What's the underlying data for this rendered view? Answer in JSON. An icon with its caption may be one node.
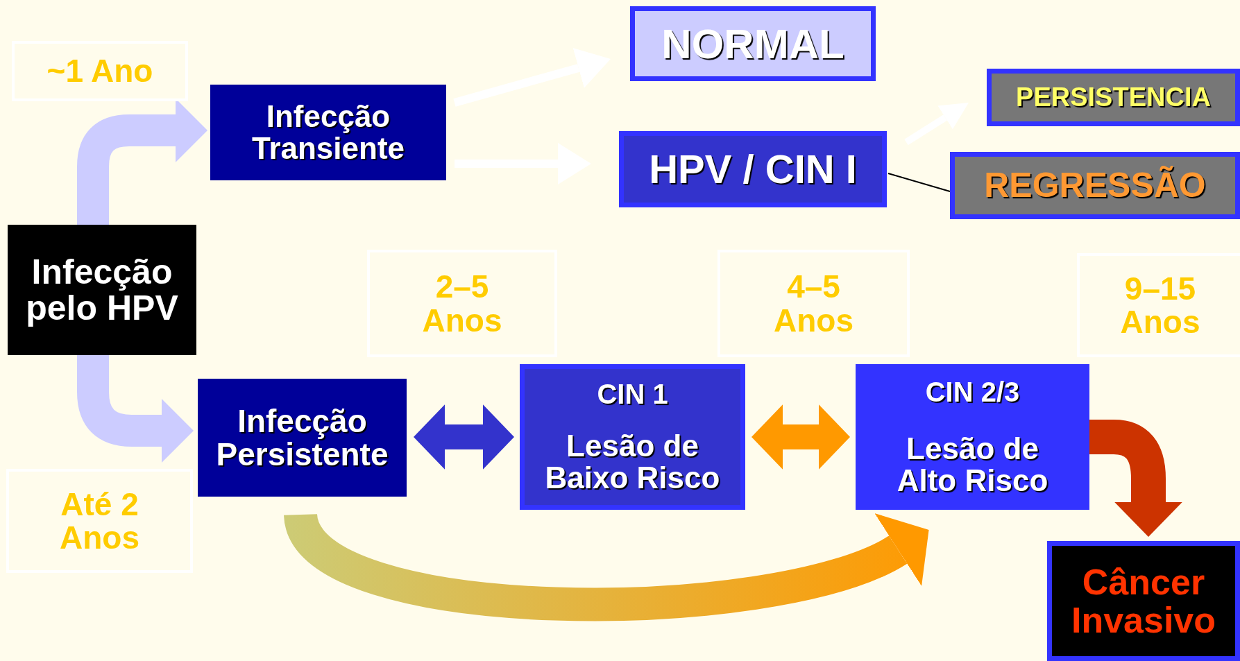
{
  "diagram": {
    "nodes": [
      {
        "text": [
          "~1 Ano"
        ]
      },
      {
        "text": [
          "Infecção Transiente"
        ]
      },
      {
        "text": [
          "NORMAL"
        ]
      },
      {
        "text": [
          "PERSISTENCIA"
        ]
      },
      {
        "text": [
          "HPV / CIN I"
        ]
      },
      {
        "text": [
          "REGRESSÃO"
        ]
      },
      {
        "text": [
          "Infecção pelo HPV"
        ]
      },
      {
        "text": [
          "2–5 Anos"
        ]
      },
      {
        "text": [
          "4–5 Anos"
        ]
      },
      {
        "text": [
          "9–15 Anos"
        ]
      },
      {
        "text": [
          "Infecção Persistente"
        ]
      },
      {
        "text": [
          "CIN 1",
          "Lesão de Baixo Risco"
        ]
      },
      {
        "text": [
          "CIN 2/3",
          "Lesão de Alto Risco"
        ]
      },
      {
        "text": [
          "Até 2 Anos"
        ]
      },
      {
        "text": [
          "Câncer Invasivo"
        ]
      }
    ],
    "edges": [
      {
        "from": 6,
        "to": 1,
        "arrow": "to",
        "color": "#ccccff"
      },
      {
        "from": 6,
        "to": 10,
        "arrow": "to",
        "color": "#ccccff"
      },
      {
        "from": 1,
        "to": 2,
        "arrow": "to",
        "color": "#ffffff"
      },
      {
        "from": 1,
        "to": 4,
        "arrow": "to",
        "color": "#ffffff"
      },
      {
        "from": 4,
        "to": 3,
        "arrow": "to",
        "color": "#ffffff"
      },
      {
        "from": 4,
        "to": 5,
        "arrow": "none",
        "color": "#000000"
      },
      {
        "from": 10,
        "to": 11,
        "arrow": "both",
        "color": "#3333cc"
      },
      {
        "from": 11,
        "to": 12,
        "arrow": "both",
        "color": "#ff9900"
      },
      {
        "from": 12,
        "to": 14,
        "arrow": "to",
        "color": "#cc3300"
      },
      {
        "from": 10,
        "to": 12,
        "arrow": "to",
        "color": "#ff9900"
      }
    ]
  }
}
